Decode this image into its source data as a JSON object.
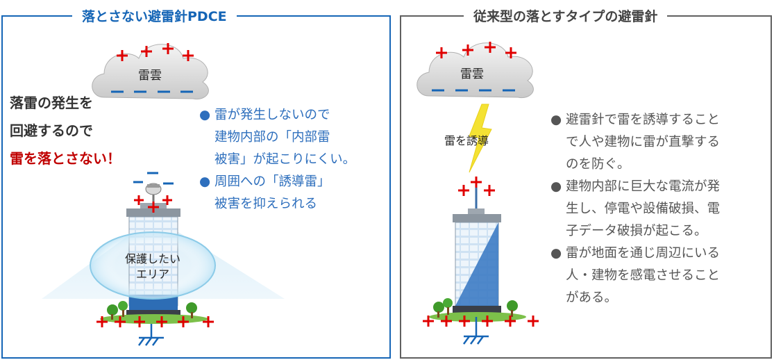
{
  "left": {
    "title": "落とさない避雷針PDCE",
    "cloud_label": "雷雲",
    "headline_1": "落雷の発生を",
    "headline_2": "回避するので",
    "headline_3": "雷を落とさない！",
    "bullets": [
      {
        "line1": "雷が発生しないので",
        "line2": "建物内部の「内部雷",
        "line3": "被害」が起こりにくい。"
      },
      {
        "line1": "周囲への「誘導雷」",
        "line2": "被害を抑えられる"
      }
    ],
    "zone_label_1": "保護したい",
    "zone_label_2": "エリア"
  },
  "right": {
    "title": "従来型の落とすタイプの避雷針",
    "cloud_label": "雷雲",
    "induce_label": "雷を誘導",
    "bullets": [
      {
        "line1": "避雷針で雷を誘導すること",
        "line2": "で人や建物に雷が直撃する",
        "line3": "のを防ぐ。"
      },
      {
        "line1": "建物内部に巨大な電流が発",
        "line2": "生し、停電や設備破損、電",
        "line3": "子データ破損が起こる。"
      },
      {
        "line1": "雷が地面を通じ周辺にいる",
        "line2": "人・建物を感電させること",
        "line3": "がある。"
      }
    ]
  },
  "colors": {
    "left_border": "#1565b6",
    "right_border": "#606060",
    "positive_charge": "#e00000",
    "negative_charge": "#1565b6",
    "lightning": "#f4e233",
    "headline_red": "#c00000"
  }
}
